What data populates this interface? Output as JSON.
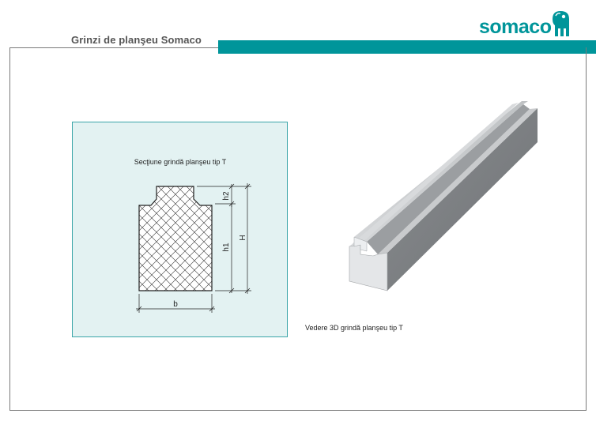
{
  "header": {
    "title": "Grinzi de planşeu Somaco",
    "logo_text": "somaco"
  },
  "colors": {
    "accent": "#00959a",
    "panel_background": "#e3f2f2",
    "panel_border": "#3aa5a8"
  },
  "section_drawing": {
    "title": "Secţiune grindă planşeu tip T",
    "dimension_labels": {
      "h2": "h2",
      "h1": "h1",
      "H": "H",
      "b": "b"
    }
  },
  "view_3d": {
    "caption": "Vedere 3D grindă planşeu tip T"
  }
}
